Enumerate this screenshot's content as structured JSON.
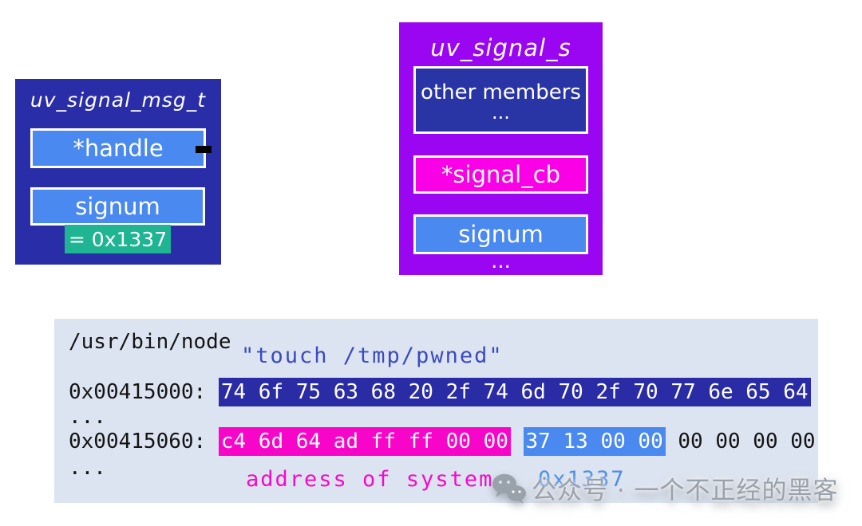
{
  "structs": {
    "msg": {
      "title": "uv_signal_msg_t",
      "fields": [
        {
          "label": "*handle"
        },
        {
          "label": "signum"
        }
      ],
      "badge": {
        "text": "= 0x1337"
      },
      "colors": {
        "box": "#2a2da8",
        "field": "#4a89ef",
        "badge": "#1fb492"
      }
    },
    "signal": {
      "title": "uv_signal_s",
      "fields": [
        {
          "label": "other members",
          "sub": "..."
        },
        {
          "label": "*signal_cb"
        },
        {
          "label": "signum"
        }
      ],
      "footer_dots": "...",
      "colors": {
        "box": "#9b06f2",
        "members": "#2a35a5",
        "signal_cb": "#fa00e6",
        "signum": "#4a89ef"
      }
    }
  },
  "memory": {
    "binary_path": "/usr/bin/node",
    "command_label": "\"touch /tmp/pwned\"",
    "rows": [
      {
        "address": "0x00415000:",
        "highlight_hex": "74 6f 75 63 68 20 2f 74 6d 70 2f 70 77 6e 65 64"
      },
      {
        "ellipsis": "..."
      },
      {
        "address": "0x00415060:",
        "magenta_hex": "c4 6d 64 ad ff ff 00 00",
        "blue_hex": "37 13 00 00",
        "plain_hex": "00 00 00 00"
      },
      {
        "ellipsis": "..."
      }
    ],
    "annotations": {
      "system_label": "address of system",
      "signum_label": "0x1337"
    },
    "colors": {
      "panel": "#dce4f1",
      "command_text": "#3a4abf",
      "row1_highlight": "#2a2ca5",
      "magenta_highlight": "#f705c9",
      "blue_highlight": "#4a89ef",
      "system_label": "#f50ac9",
      "signum_label": "#4a8de8"
    }
  },
  "watermark": {
    "icon": "wechat-icon",
    "text": "公众号 · 一个不正经的黑客",
    "color": "#99a1ab"
  }
}
